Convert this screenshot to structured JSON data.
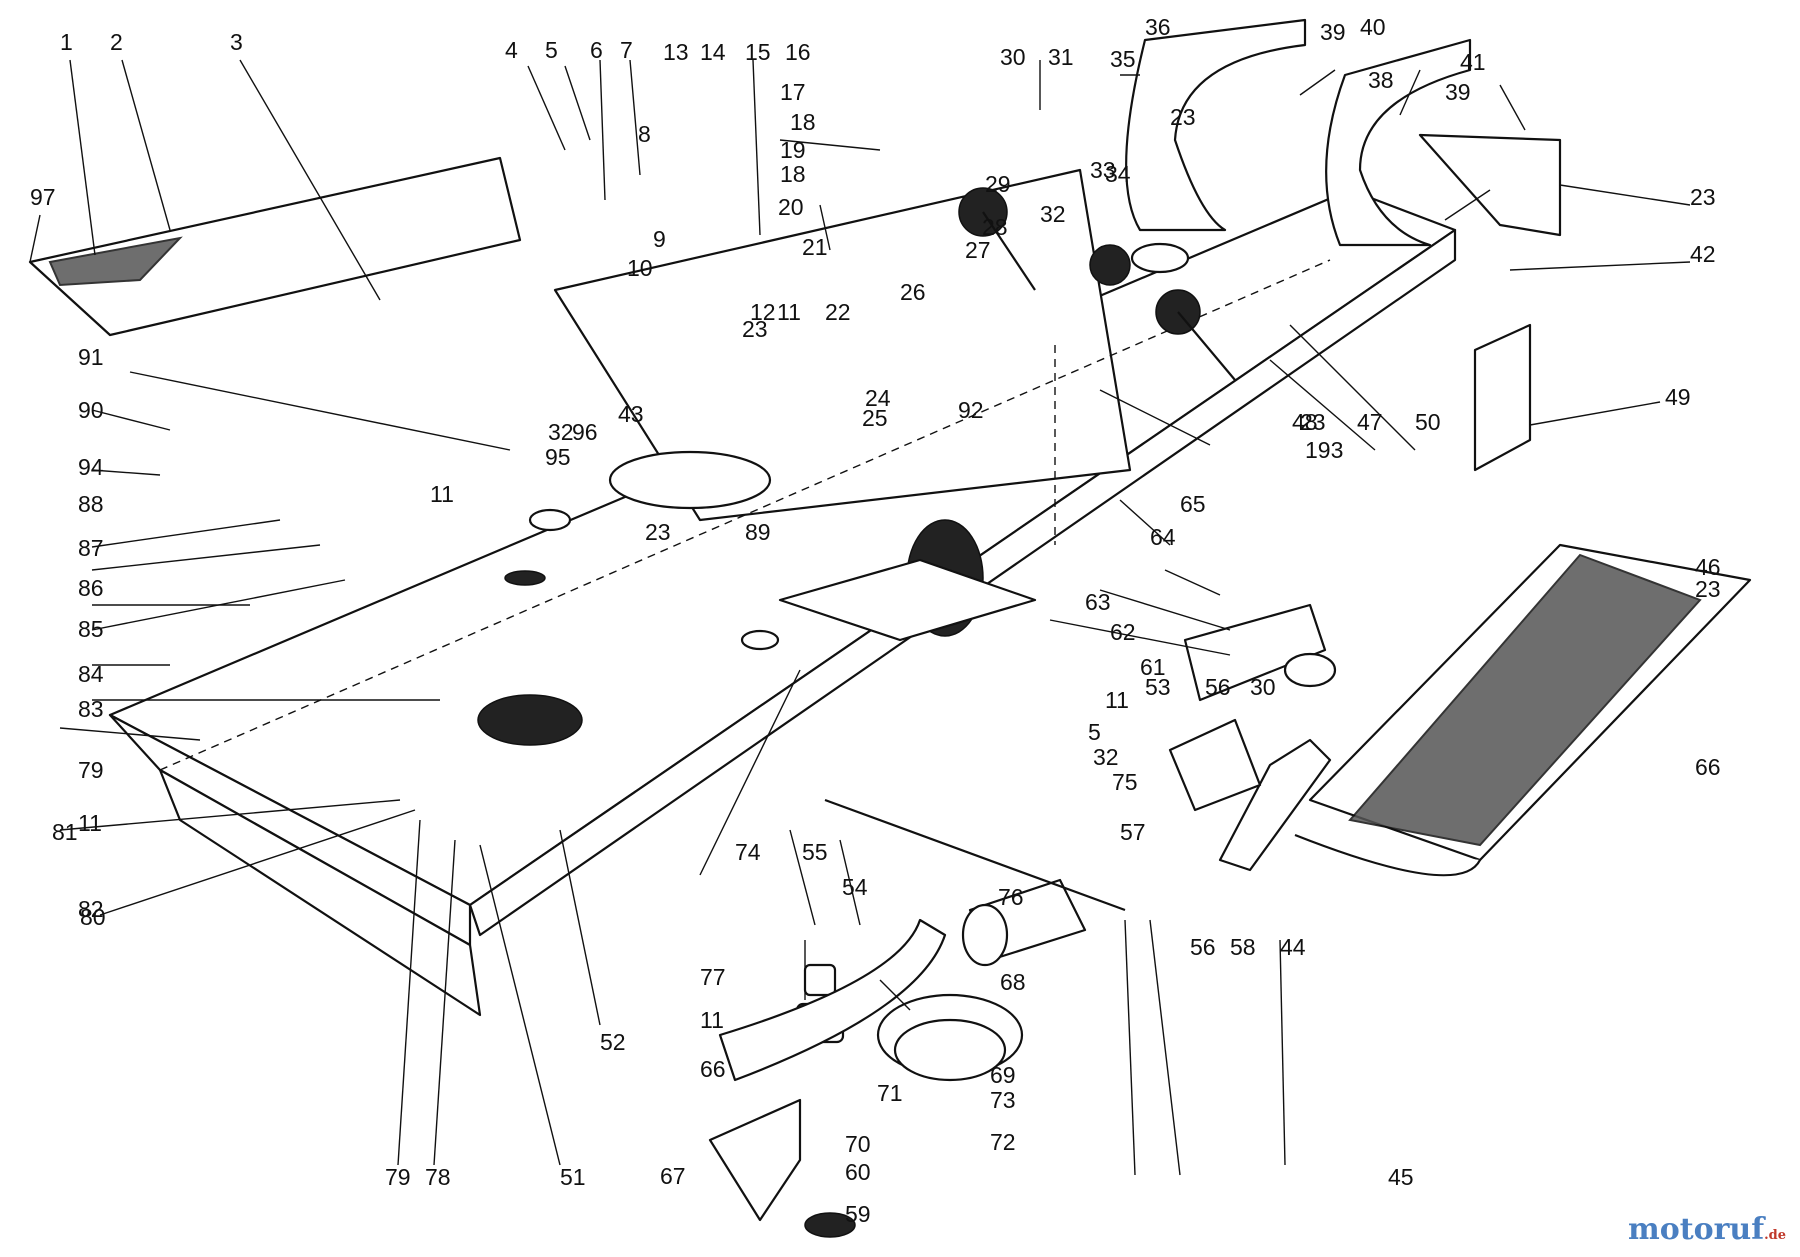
{
  "diagram": {
    "callouts": [
      "1",
      "2",
      "3",
      "4",
      "5",
      "6",
      "7",
      "13",
      "14",
      "15",
      "16",
      "17",
      "18",
      "19",
      "18",
      "20",
      "21",
      "8",
      "9",
      "10",
      "97",
      "30",
      "31",
      "35",
      "36",
      "39",
      "40",
      "38",
      "23",
      "39",
      "41",
      "23",
      "42",
      "29",
      "33",
      "34",
      "28",
      "32",
      "27",
      "26",
      "22",
      "11",
      "12",
      "23",
      "24",
      "25",
      "92",
      "91",
      "90",
      "94",
      "95",
      "32",
      "96",
      "43",
      "49",
      "23",
      "48",
      "47",
      "50",
      "193",
      "11",
      "23",
      "89",
      "88",
      "87",
      "86",
      "85",
      "84",
      "83",
      "79",
      "11",
      "82",
      "81",
      "80",
      "79",
      "78",
      "51",
      "52",
      "65",
      "64",
      "63",
      "62",
      "61",
      "11",
      "5",
      "32",
      "75",
      "74",
      "55",
      "54",
      "53",
      "56",
      "30",
      "57",
      "56",
      "58",
      "44",
      "45",
      "46",
      "23",
      "66",
      "76",
      "77",
      "11",
      "66",
      "67",
      "68",
      "69",
      "73",
      "72",
      "71",
      "70",
      "60",
      "59"
    ],
    "watermark": {
      "brand": "motoruf",
      "tld": ".de"
    }
  }
}
